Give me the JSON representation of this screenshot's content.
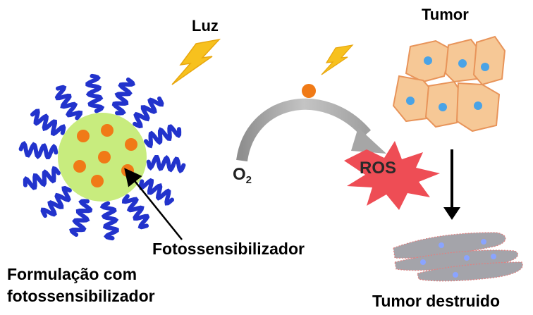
{
  "labels": {
    "luz": "Luz",
    "tumor": "Tumor",
    "fotossensibilizador": "Fotossensibilizador",
    "formulacao_line1": "Formulação com",
    "formulacao_line2": "fotossensibilizador",
    "tumor_destruido": "Tumor destruido",
    "o2_main": "O",
    "o2_sub": "2",
    "ros": "ROS"
  },
  "icons": {
    "light": "lightning-bolt-icon",
    "nanoparticle": "nanoparticle-icon",
    "tumor_cells": "tumor-cells-icon",
    "destroyed_cells": "destroyed-cells-icon",
    "ros_burst": "starburst-icon"
  },
  "colors": {
    "nanoparticle_core": "#c8ec7e",
    "photosensitizer_dot": "#f07a17",
    "polymer_chain": "#2233cc",
    "lightning": "#f7c11e",
    "tumor_cell": "#f6c896",
    "tumor_cell_border": "#e8945a",
    "nucleus": "#4aa3e6",
    "ros_star": "#ee4d55",
    "reaction_arrow": "#a6a6a6",
    "destroyed_cell": "#a4a4aa"
  }
}
